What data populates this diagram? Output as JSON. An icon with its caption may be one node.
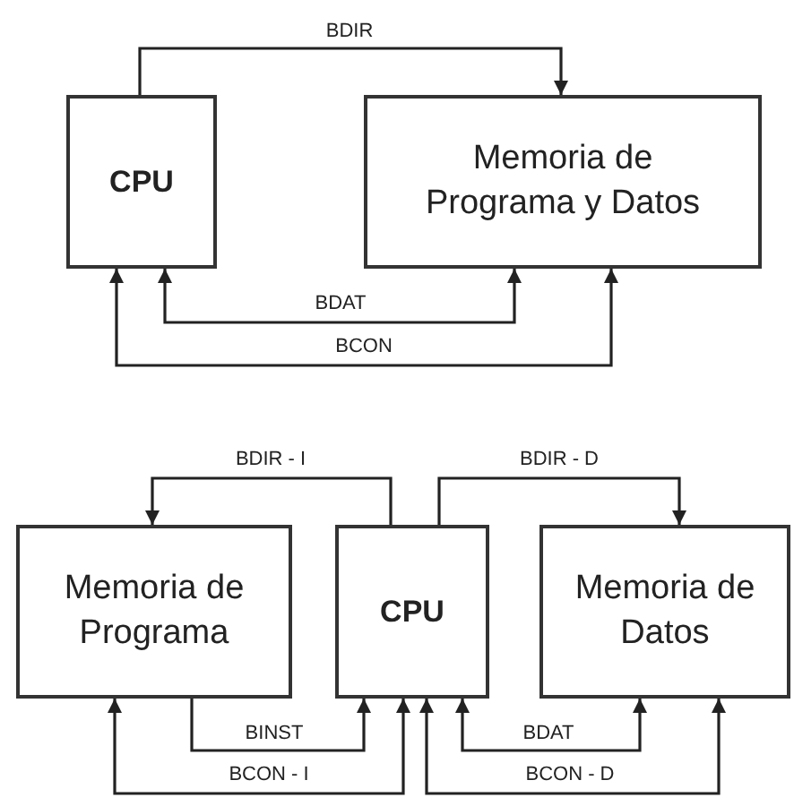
{
  "diagram": {
    "nodes": [
      {
        "text": [
          "CPU"
        ]
      },
      {
        "text": [
          "Memoria de Programa y Datos"
        ]
      },
      {
        "text": [
          "Memoria de Programa"
        ]
      },
      {
        "text": [
          "CPU"
        ]
      },
      {
        "text": [
          "Memoria de Datos"
        ]
      }
    ],
    "edges": [
      {
        "from": 0,
        "to": 1,
        "arrow": "to",
        "label": "BDIR"
      },
      {
        "from": 1,
        "to": 0,
        "arrow": "both",
        "label": "BDAT"
      },
      {
        "from": 1,
        "to": 0,
        "arrow": "both",
        "label": "BCON"
      },
      {
        "from": 3,
        "to": 2,
        "arrow": "to",
        "label": "BDIR - I"
      },
      {
        "from": 3,
        "to": 4,
        "arrow": "to",
        "label": "BDIR - D"
      },
      {
        "from": 2,
        "to": 3,
        "arrow": "to",
        "label": "BINST"
      },
      {
        "from": 3,
        "to": 2,
        "arrow": "both",
        "label": "BCON - I"
      },
      {
        "from": 4,
        "to": 3,
        "arrow": "both",
        "label": "BDAT"
      },
      {
        "from": 3,
        "to": 4,
        "arrow": "both",
        "label": "BCON - D"
      }
    ]
  }
}
